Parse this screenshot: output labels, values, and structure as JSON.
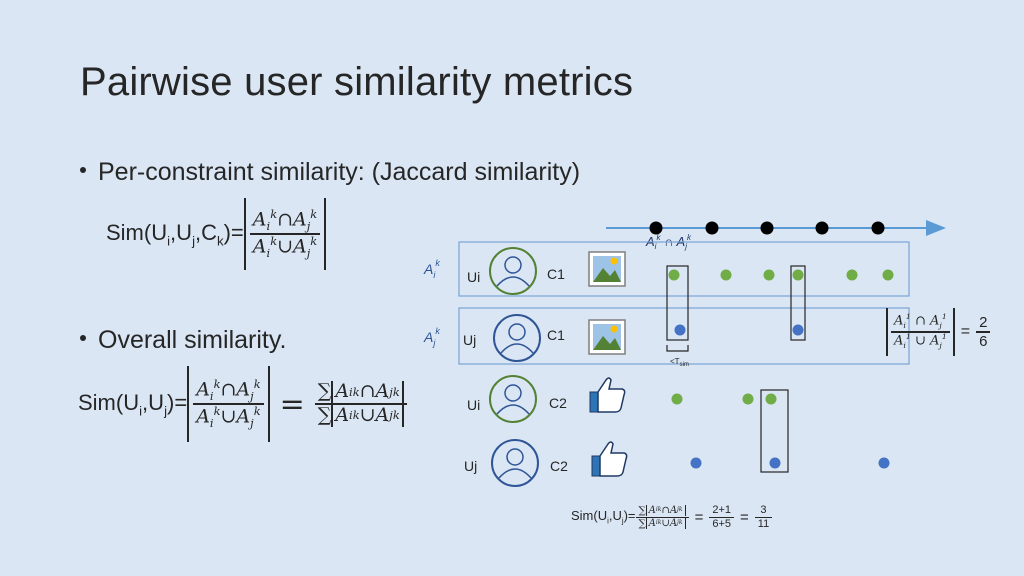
{
  "title": "Pairwise user similarity metrics",
  "bullets": {
    "per_constraint": "Per-constraint similarity: (Jaccard similarity)",
    "overall": "Overall similarity."
  },
  "formula1": {
    "lhs": "Sim(U",
    "i": "i",
    "uj": "U",
    "j": "j",
    "ck": "C",
    "k": "k",
    "eq": ")="
  },
  "formula2": {
    "lhs": "Sim(U",
    "i": "i",
    "uj": "U",
    "j": "j",
    "eq": ")="
  },
  "diagram": {
    "row_labels": {
      "ui1": "Ui",
      "uj1": "Uj",
      "ui2": "Ui",
      "uj2": "Uj"
    },
    "constraint_labels": {
      "c1a": "C1",
      "c1b": "C1",
      "c2a": "C2",
      "c2b": "C2"
    },
    "set_label_i": "A",
    "set_label_j": "A",
    "tsim_label": "<T",
    "tsim_sub": "sim",
    "intersection_label": "A∩A"
  },
  "side_fraction": {
    "result_num": "2",
    "result_den": "6"
  },
  "bottom_formula": {
    "lhs": "Sim(U",
    "num1": "2+1",
    "den1": "6+5",
    "num2": "3",
    "den2": "11"
  },
  "colors": {
    "background": "#dae6f4",
    "green": "#70ad47",
    "blue": "#4472c4",
    "arrow": "#5b9bd5",
    "avatar": "#548235"
  }
}
